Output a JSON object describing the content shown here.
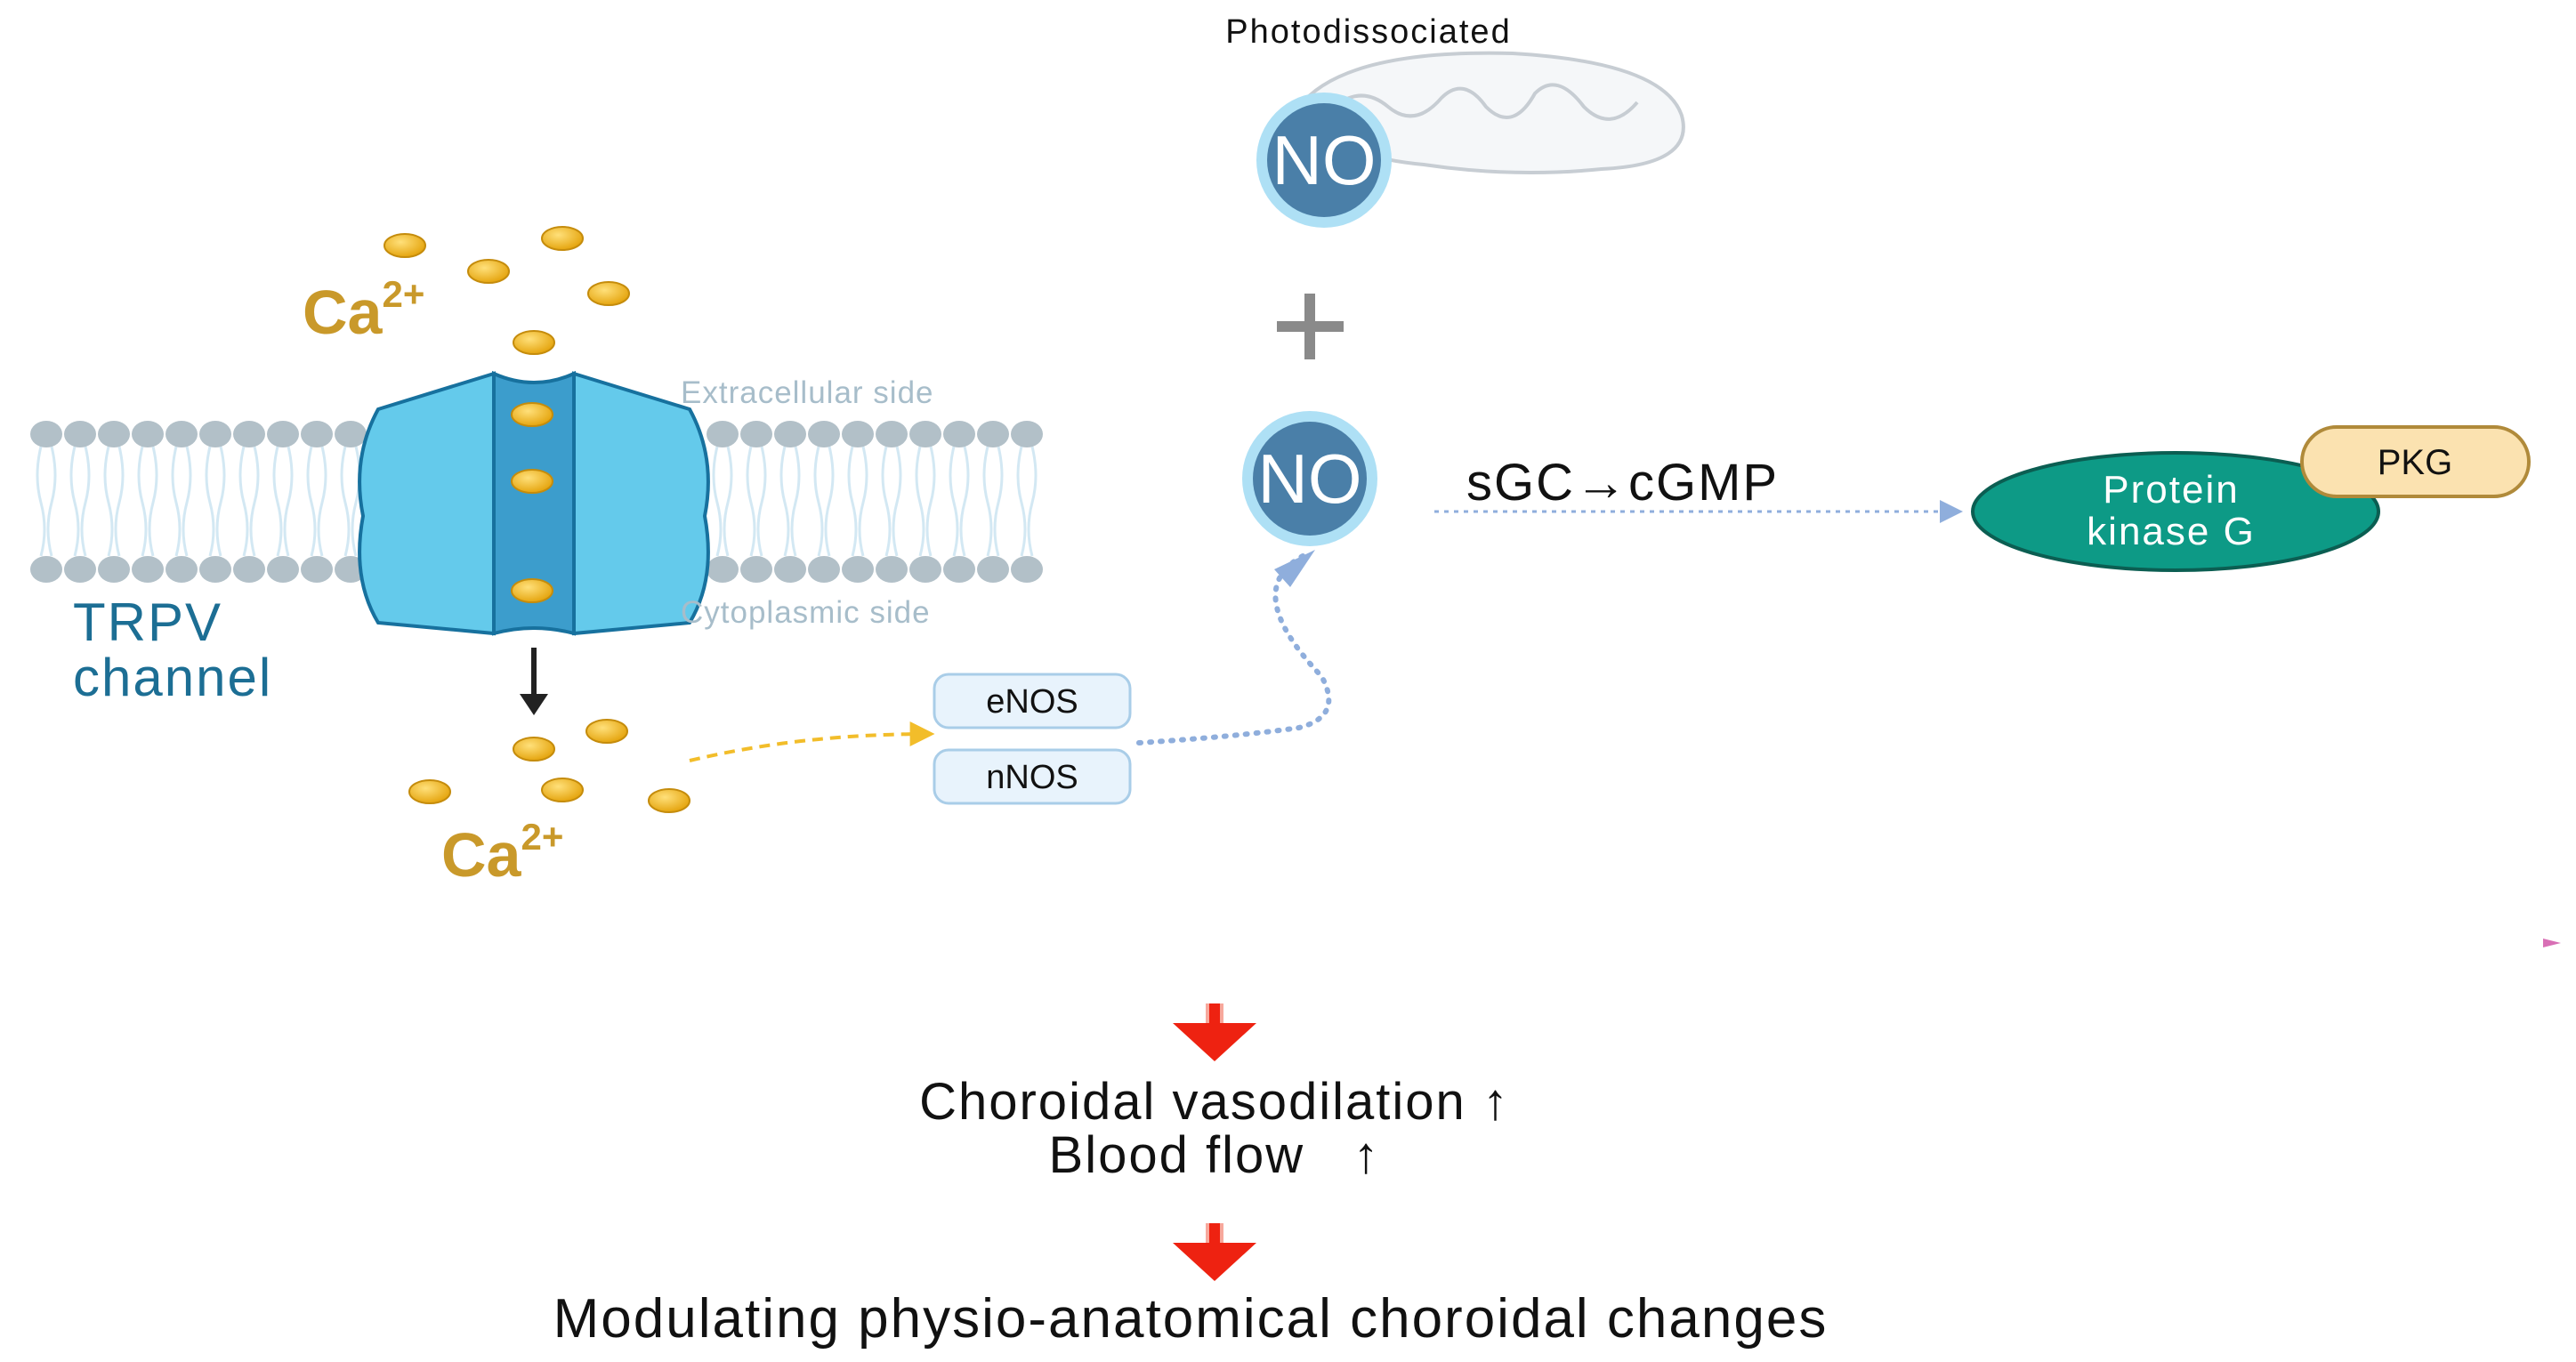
{
  "labels": {
    "photodissociated": "Photodissociated",
    "no_top": "NO",
    "plus": "+",
    "no_mid": "NO",
    "sgc_cgmp": "sGC→cGMP",
    "protein_kinase_line1": "Protein",
    "protein_kinase_line2": "kinase G",
    "pkg": "PKG",
    "ca_top": "Ca",
    "ca_top_sup": "2+",
    "extracellular": "Extracellular side",
    "cytoplasmic": "Cytoplasmic side",
    "trpv_line1": "TRPV",
    "trpv_line2": "channel",
    "enos": "eNOS",
    "nnos": "nNOS",
    "ca_bottom": "Ca",
    "ca_bottom_sup": "2+",
    "outcome_line1": "Choroidal vasodilation ↑",
    "outcome_line2": "Blood flow   ↑",
    "final": "Modulating physio-anatomical choroidal changes"
  },
  "colors": {
    "calcium_text": "#c9992a",
    "calcium_dot": "#f2b51c",
    "trpv_text": "#1c6e94",
    "channel_outer": "#64caeb",
    "channel_inner": "#3c9dcc",
    "no_fill": "#4a7fa8",
    "no_ring": "#aee0f5",
    "pkg_green": "#0d9a86",
    "pkg_badge": "#fbe2b0",
    "red_arrow": "#ee2211",
    "membrane": "#b2c0c8"
  }
}
